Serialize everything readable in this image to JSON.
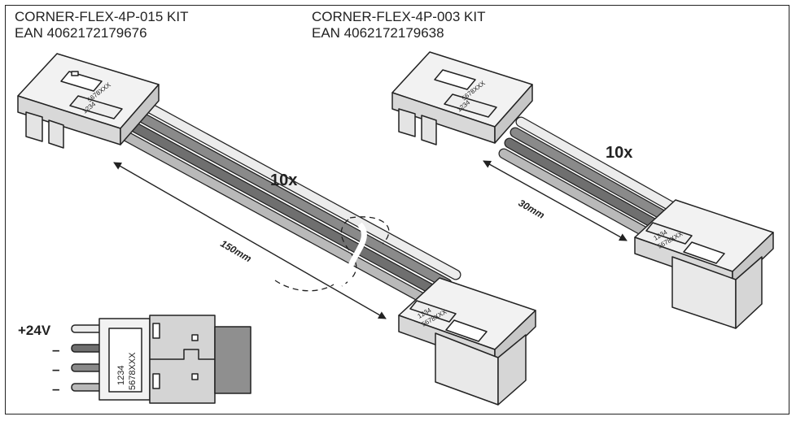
{
  "kits": [
    {
      "name": "CORNER-FLEX-4P-015 KIT",
      "ean": "EAN 4062172179676",
      "quantity": "10x",
      "length": "150mm"
    },
    {
      "name": "CORNER-FLEX-4P-003 KIT",
      "ean": "EAN 4062172179638",
      "quantity": "10x",
      "length": "30mm"
    }
  ],
  "connector_marking": {
    "line1": "1234",
    "line2": "5678XXX"
  },
  "pinout": {
    "v24": "+24V",
    "minus1": "–",
    "minus2": "–",
    "minus3": "–"
  },
  "colors": {
    "wire_white": "#ececec",
    "wire_light": "#b9b9b9",
    "wire_dark": "#8a8a8a",
    "wire_darker": "#6f6f6f",
    "connector": "#eeeeee",
    "shade": "#cfcfcf",
    "outline": "#222222"
  }
}
